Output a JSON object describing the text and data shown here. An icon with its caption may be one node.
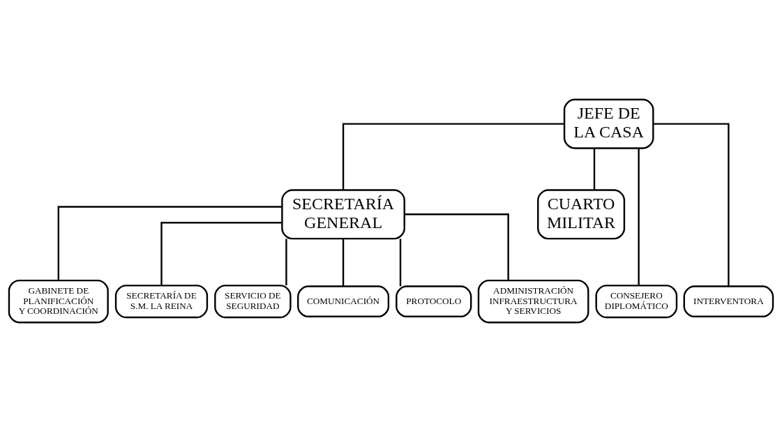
{
  "diagram": {
    "nodes": [
      {
        "text": [
          "JEFE DE LA CASA"
        ]
      },
      {
        "text": [
          "SECRETARÍA GENERAL"
        ]
      },
      {
        "text": [
          "CUARTO MILITAR"
        ]
      },
      {
        "text": [
          "GABINETE DE PLANIFICACIÓN Y COORDINACIÓN"
        ]
      },
      {
        "text": [
          "SECRETARÍA DE S.M. LA REINA"
        ]
      },
      {
        "text": [
          "SERVICIO DE SEGURIDAD"
        ]
      },
      {
        "text": [
          "COMUNICACIÓN"
        ]
      },
      {
        "text": [
          "PROTOCOLO"
        ]
      },
      {
        "text": [
          "ADMINISTRACIÓN INFRAESTRUCTURA Y SERVICIOS"
        ]
      },
      {
        "text": [
          "CONSEJERO DIPLOMÁTICO"
        ]
      },
      {
        "text": [
          "INTERVENTORA"
        ]
      }
    ],
    "edges": [
      {
        "from": 0,
        "to": 1,
        "arrow": "none"
      },
      {
        "from": 0,
        "to": 9,
        "arrow": "none"
      },
      {
        "from": 0,
        "to": 10,
        "arrow": "none"
      },
      {
        "from": 0,
        "to": 2,
        "arrow": "none"
      },
      {
        "from": 1,
        "to": 3,
        "arrow": "none"
      },
      {
        "from": 1,
        "to": 4,
        "arrow": "none"
      },
      {
        "from": 1,
        "to": 5,
        "arrow": "none"
      },
      {
        "from": 1,
        "to": 6,
        "arrow": "none"
      },
      {
        "from": 1,
        "to": 7,
        "arrow": "none"
      },
      {
        "from": 1,
        "to": 8,
        "arrow": "none"
      }
    ]
  }
}
